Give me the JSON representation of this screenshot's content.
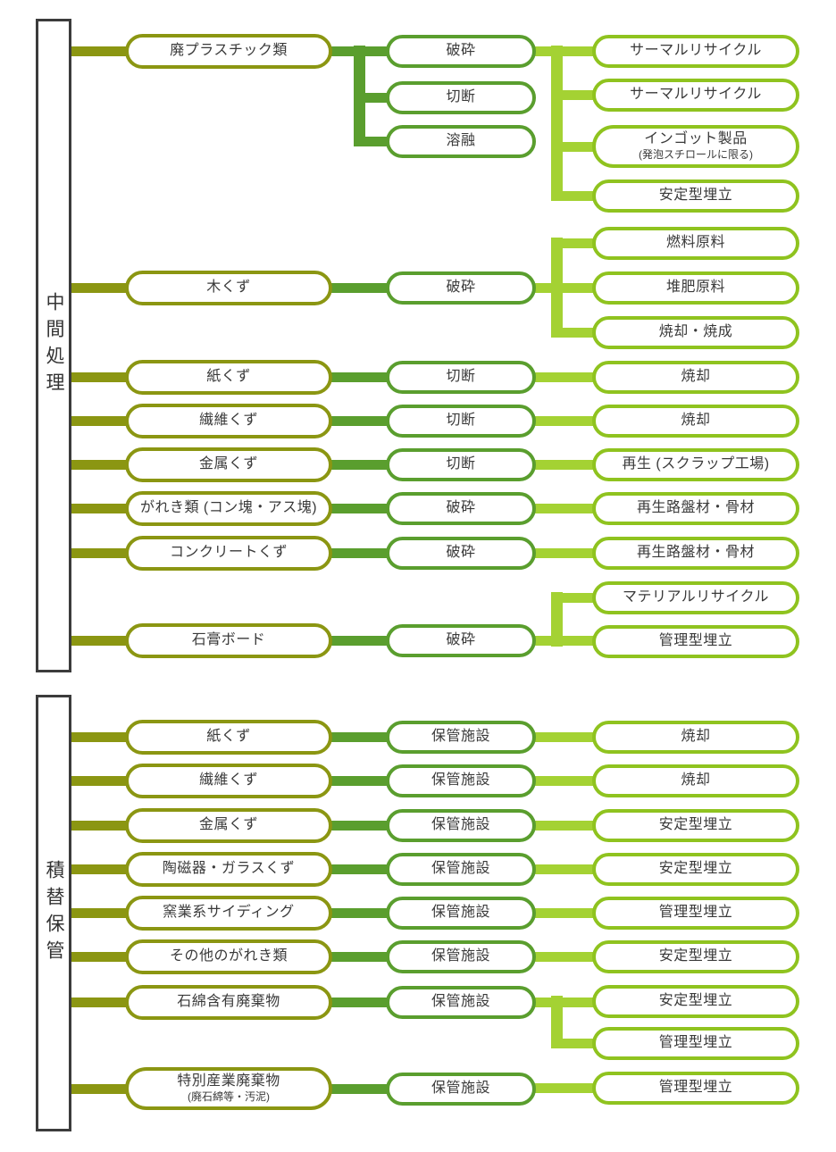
{
  "colors": {
    "waste_column": "#8b9612",
    "treatment_column": "#5a9e2e",
    "disposal_column_border": "#8fc31f",
    "disposal_connector": "#a4d233",
    "bracket_border": "#3c3c3c",
    "text": "#3a3a3a"
  },
  "sections": [
    {
      "label": "中間処理",
      "rows": [
        {
          "source": {
            "label": "廃プラスチック類"
          },
          "processes": [
            {
              "label": "破砕"
            },
            {
              "label": "切断"
            },
            {
              "label": "溶融"
            }
          ],
          "outputs": [
            {
              "label": "サーマルリサイクル"
            },
            {
              "label": "サーマルリサイクル"
            },
            {
              "label": "インゴット製品",
              "sub": "(発泡スチロールに限る)"
            },
            {
              "label": "安定型埋立"
            }
          ]
        },
        {
          "source": {
            "label": "木くず"
          },
          "processes": [
            {
              "label": "破砕"
            }
          ],
          "outputs": [
            {
              "label": "燃料原料"
            },
            {
              "label": "堆肥原料"
            },
            {
              "label": "焼却・焼成"
            }
          ]
        },
        {
          "source": {
            "label": "紙くず"
          },
          "processes": [
            {
              "label": "切断"
            }
          ],
          "outputs": [
            {
              "label": "焼却"
            }
          ]
        },
        {
          "source": {
            "label": "繊維くず"
          },
          "processes": [
            {
              "label": "切断"
            }
          ],
          "outputs": [
            {
              "label": "焼却"
            }
          ]
        },
        {
          "source": {
            "label": "金属くず"
          },
          "processes": [
            {
              "label": "切断"
            }
          ],
          "outputs": [
            {
              "label": "再生 (スクラップ工場)"
            }
          ]
        },
        {
          "source": {
            "label": "がれき類 (コン塊・アス塊)"
          },
          "processes": [
            {
              "label": "破砕"
            }
          ],
          "outputs": [
            {
              "label": "再生路盤材・骨材"
            }
          ]
        },
        {
          "source": {
            "label": "コンクリートくず"
          },
          "processes": [
            {
              "label": "破砕"
            }
          ],
          "outputs": [
            {
              "label": "再生路盤材・骨材"
            }
          ]
        },
        {
          "source": {
            "label": "石膏ボード"
          },
          "processes": [
            {
              "label": "破砕"
            }
          ],
          "outputs": [
            {
              "label": "マテリアルリサイクル"
            },
            {
              "label": "管理型埋立"
            }
          ]
        }
      ]
    },
    {
      "label": "積替保管",
      "rows": [
        {
          "source": {
            "label": "紙くず"
          },
          "processes": [
            {
              "label": "保管施設"
            }
          ],
          "outputs": [
            {
              "label": "焼却"
            }
          ]
        },
        {
          "source": {
            "label": "繊維くず"
          },
          "processes": [
            {
              "label": "保管施設"
            }
          ],
          "outputs": [
            {
              "label": "焼却"
            }
          ]
        },
        {
          "source": {
            "label": "金属くず"
          },
          "processes": [
            {
              "label": "保管施設"
            }
          ],
          "outputs": [
            {
              "label": "安定型埋立"
            }
          ]
        },
        {
          "source": {
            "label": "陶磁器・ガラスくず"
          },
          "processes": [
            {
              "label": "保管施設"
            }
          ],
          "outputs": [
            {
              "label": "安定型埋立"
            }
          ]
        },
        {
          "source": {
            "label": "窯業系サイディング"
          },
          "processes": [
            {
              "label": "保管施設"
            }
          ],
          "outputs": [
            {
              "label": "管理型埋立"
            }
          ]
        },
        {
          "source": {
            "label": "その他のがれき類"
          },
          "processes": [
            {
              "label": "保管施設"
            }
          ],
          "outputs": [
            {
              "label": "安定型埋立"
            }
          ]
        },
        {
          "source": {
            "label": "石綿含有廃棄物"
          },
          "processes": [
            {
              "label": "保管施設"
            }
          ],
          "outputs": [
            {
              "label": "安定型埋立"
            },
            {
              "label": "管理型埋立"
            }
          ]
        },
        {
          "source": {
            "label": "特別産業廃棄物",
            "sub": "(廃石綿等・汚泥)"
          },
          "processes": [
            {
              "label": "保管施設"
            }
          ],
          "outputs": [
            {
              "label": "管理型埋立"
            }
          ]
        }
      ]
    }
  ]
}
